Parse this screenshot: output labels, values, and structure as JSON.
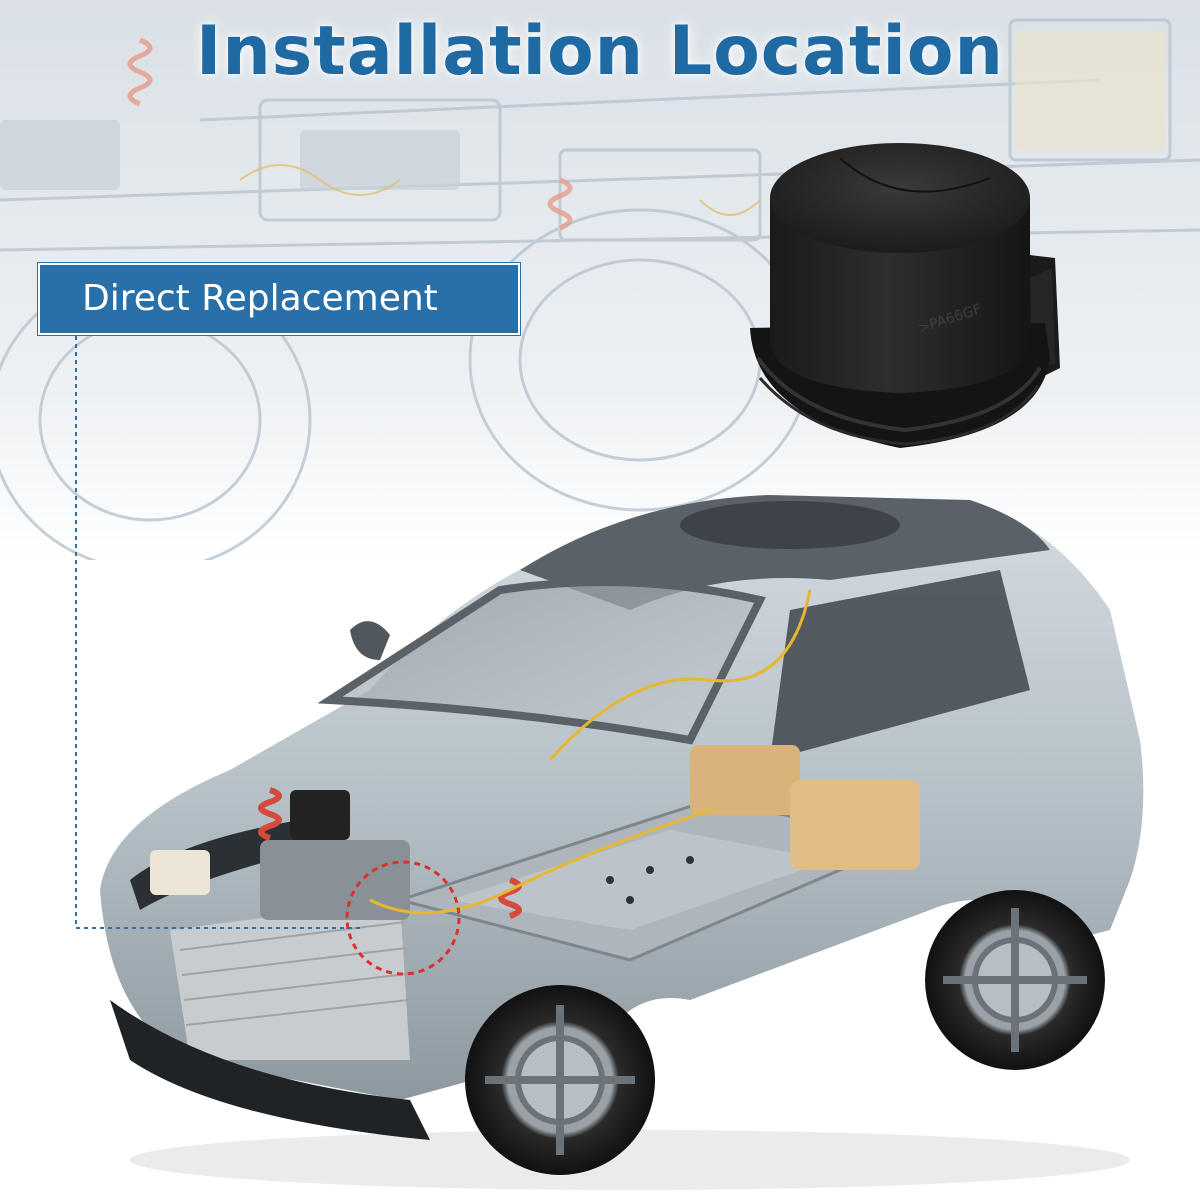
{
  "header": {
    "title": "Installation Location"
  },
  "callout": {
    "label": "Direct Replacement"
  },
  "colors": {
    "title": "#1f6aa3",
    "badge_bg": "#2a70a8",
    "badge_text": "#ffffff",
    "leader_line": "#2f6fb0",
    "highlight_circle": "#d9312b"
  },
  "images": {
    "part": "black-plastic-cap-part-image",
    "car": "cutaway-electric-suv-image",
    "background": "faded-chassis-blueprint-image"
  }
}
